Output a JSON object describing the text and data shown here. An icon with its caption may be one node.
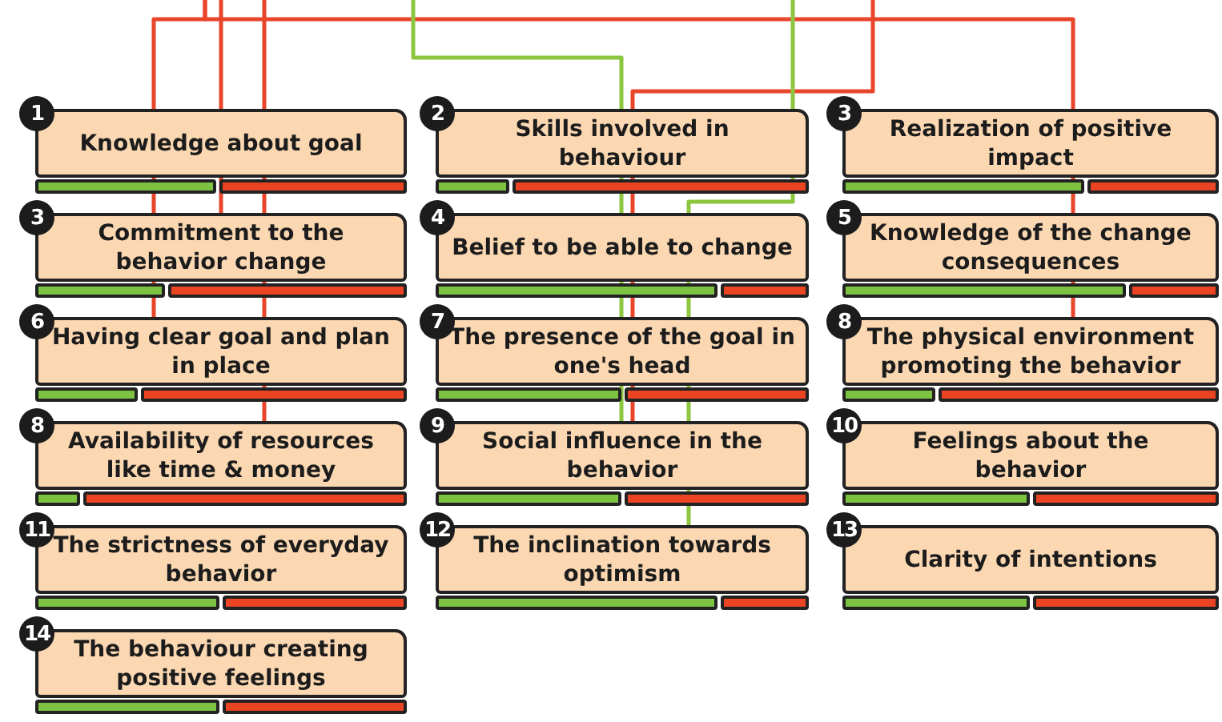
{
  "diagram": {
    "nodes": [
      {
        "text": [
          "1",
          "Knowledge about goal"
        ]
      },
      {
        "text": [
          "2",
          "Skills involved in behaviour"
        ]
      },
      {
        "text": [
          "3",
          "Realization of positive impact"
        ]
      },
      {
        "text": [
          "3",
          "Commitment to the behavior change"
        ]
      },
      {
        "text": [
          "4",
          "Belief to be able to change"
        ]
      },
      {
        "text": [
          "5",
          "Knowledge of the change consequences"
        ]
      },
      {
        "text": [
          "6",
          "Having clear goal and plan in place"
        ]
      },
      {
        "text": [
          "7",
          "The presence of the goal in one's head"
        ]
      },
      {
        "text": [
          "8",
          "The physical environment promoting the behavior"
        ]
      },
      {
        "text": [
          "8",
          "Availability of resources like time & money"
        ]
      },
      {
        "text": [
          "9",
          "Social influence in the behavior"
        ]
      },
      {
        "text": [
          "10",
          "Feelings about the behavior"
        ]
      },
      {
        "text": [
          "11",
          "The strictness of everyday behavior"
        ]
      },
      {
        "text": [
          "12",
          "The inclination towards optimism"
        ]
      },
      {
        "text": [
          "13",
          "Clarity of intentions"
        ]
      },
      {
        "text": [
          "14",
          "The behaviour creating positive feelings"
        ]
      }
    ],
    "edges": [
      {
        "from": null,
        "to": 6,
        "arrow": "none"
      },
      {
        "from": null,
        "to": 3,
        "arrow": "none"
      },
      {
        "from": null,
        "to": 9,
        "arrow": "none"
      },
      {
        "from": null,
        "to": 8,
        "arrow": "none"
      },
      {
        "from": null,
        "to": 10,
        "arrow": "none"
      },
      {
        "from": null,
        "to": 10,
        "arrow": "none",
        "color": "#8cc63f"
      },
      {
        "from": null,
        "to": 13,
        "arrow": "none",
        "color": "#8cc63f"
      }
    ]
  }
}
